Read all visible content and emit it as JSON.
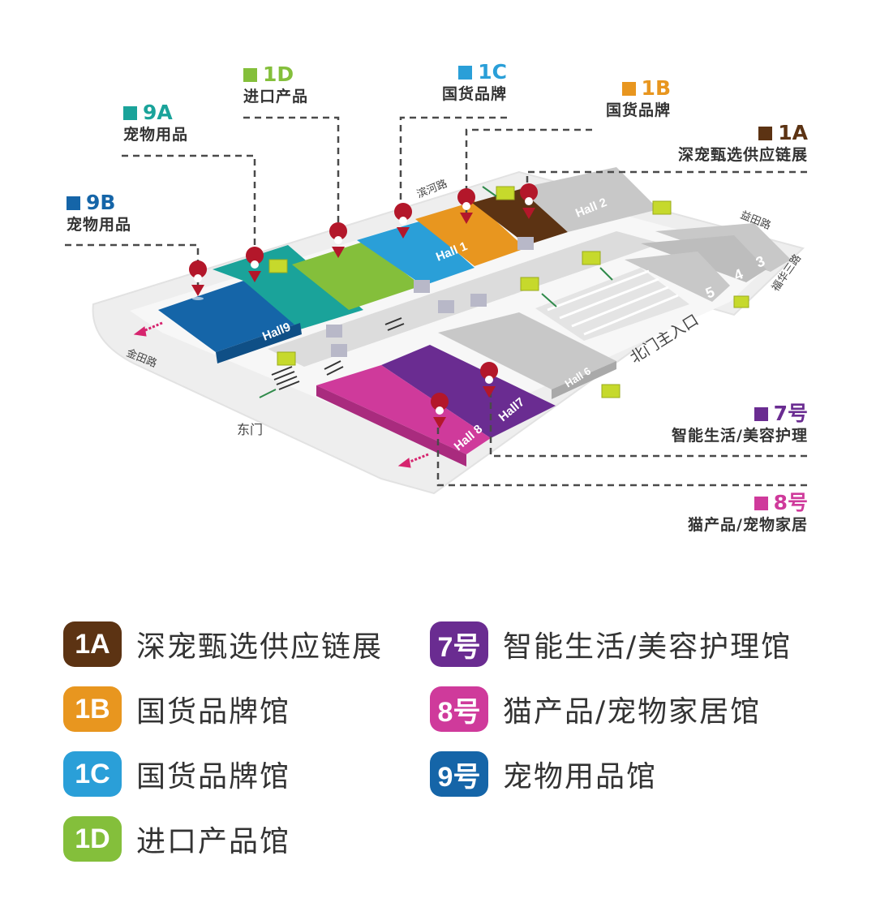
{
  "colors": {
    "1A": "#5c3313",
    "1B": "#e8961f",
    "1C": "#2a9fd8",
    "1D": "#84bf3b",
    "7": "#6a2c91",
    "8": "#cf3a9b",
    "9A": "#1aa39a",
    "9B": "#1565a8",
    "road": "#e6e6e6",
    "gray_hall": "#c8c8c8",
    "pin": "#b3172a",
    "connector": "#c6d92c"
  },
  "callouts": [
    {
      "id": "9B",
      "code": "9B",
      "name": "宠物用品"
    },
    {
      "id": "9A",
      "code": "9A",
      "name": "宠物用品"
    },
    {
      "id": "1D",
      "code": "1D",
      "name": "进口产品"
    },
    {
      "id": "1C",
      "code": "1C",
      "name": "国货品牌"
    },
    {
      "id": "1B",
      "code": "1B",
      "name": "国货品牌"
    },
    {
      "id": "1A",
      "code": "1A",
      "name": "深宠甄选供应链展"
    },
    {
      "id": "7",
      "code": "7号",
      "name": "智能生活/美容护理"
    },
    {
      "id": "8",
      "code": "8号",
      "name": "猫产品/宠物家居"
    }
  ],
  "map_labels": {
    "hall1": "Hall 1",
    "hall2": "Hall 2",
    "hall3": "3",
    "hall4": "4",
    "hall5": "5",
    "hall6": "Hall 6",
    "hall7": "Hall7",
    "hall8": "Hall 8",
    "hall9": "Hall9",
    "binhe_road": "滨河路",
    "yitian_road": "益田路",
    "fuhua_road": "福华三路",
    "jintian_road": "金田路",
    "east_gate": "东门",
    "north_gate": "北门主入口"
  },
  "legend": [
    {
      "id": "1A",
      "badge": "1A",
      "label": "深宠甄选供应链展"
    },
    {
      "id": "1B",
      "badge": "1B",
      "label": "国货品牌馆"
    },
    {
      "id": "1C",
      "badge": "1C",
      "label": "国货品牌馆"
    },
    {
      "id": "1D",
      "badge": "1D",
      "label": "进口产品馆"
    },
    {
      "id": "7",
      "badge": "7号",
      "label": "智能生活/美容护理馆"
    },
    {
      "id": "8",
      "badge": "8号",
      "label": "猫产品/宠物家居馆"
    },
    {
      "id": "9",
      "badge": "9号",
      "label": "宠物用品馆"
    }
  ]
}
